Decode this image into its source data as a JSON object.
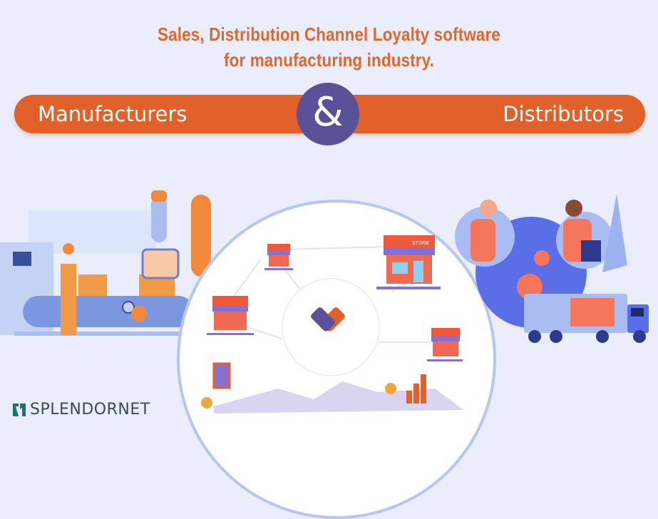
{
  "headline": {
    "line1": "Sales, Distribution Channel Loyalty software",
    "line2": "for manufacturing industry."
  },
  "banner": {
    "left_label": "Manufacturers",
    "connector": "&",
    "right_label": "Distributors"
  },
  "illustration": {
    "store_sign": "STORE",
    "left_scene": "factory-conveyor-with-worker",
    "center_scene": "store-network-with-hands",
    "right_scene": "handshake-globe-delivery-truck"
  },
  "brand": {
    "name": "SPLENDORNET"
  },
  "colors": {
    "accent_orange": "#e2602a",
    "headline_orange": "#e0672e",
    "purple": "#5a5299",
    "background": "#eaeefa",
    "logo_teal": "#1f6f73"
  }
}
